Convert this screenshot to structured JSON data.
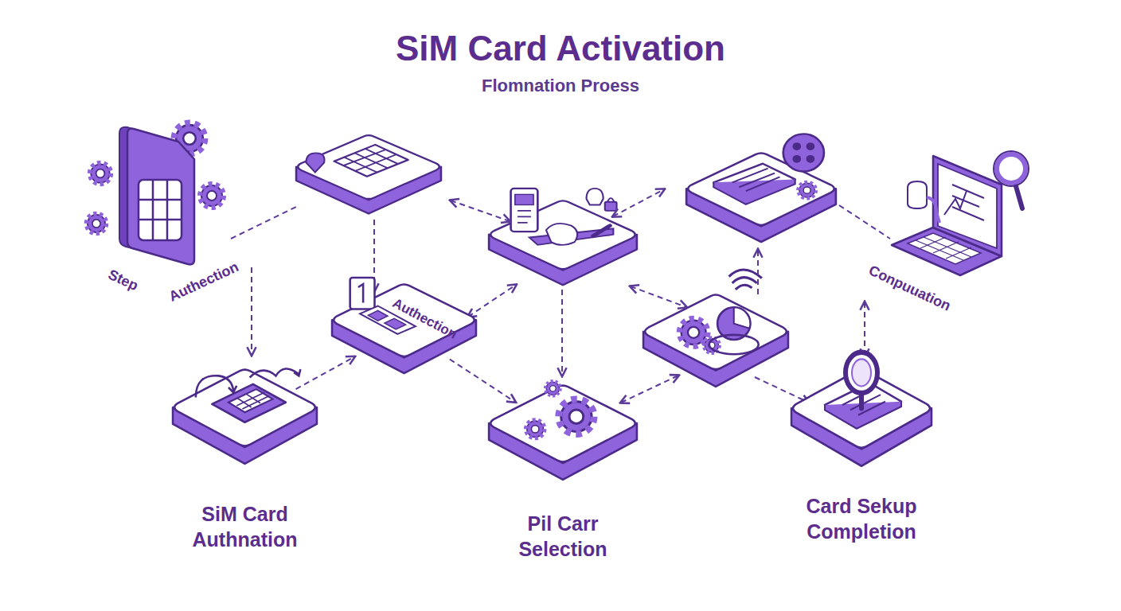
{
  "diagram": {
    "title": "SiM Card Activation",
    "nodes": [
      {
        "text": [
          "SiM Card Authnation"
        ]
      },
      {
        "text": [
          "Authection"
        ]
      },
      {
        "text": [
          "Pil Carr Selection"
        ]
      },
      {
        "text": [
          "Card Sekup Completion"
        ]
      }
    ],
    "edges": [
      {
        "from": 0,
        "to": 1,
        "arrow": "to"
      },
      {
        "from": 1,
        "to": 2,
        "arrow": "to"
      }
    ],
    "labels": [
      "Flomnation Proess",
      "Step",
      "Authection",
      "Conpuuation"
    ]
  }
}
